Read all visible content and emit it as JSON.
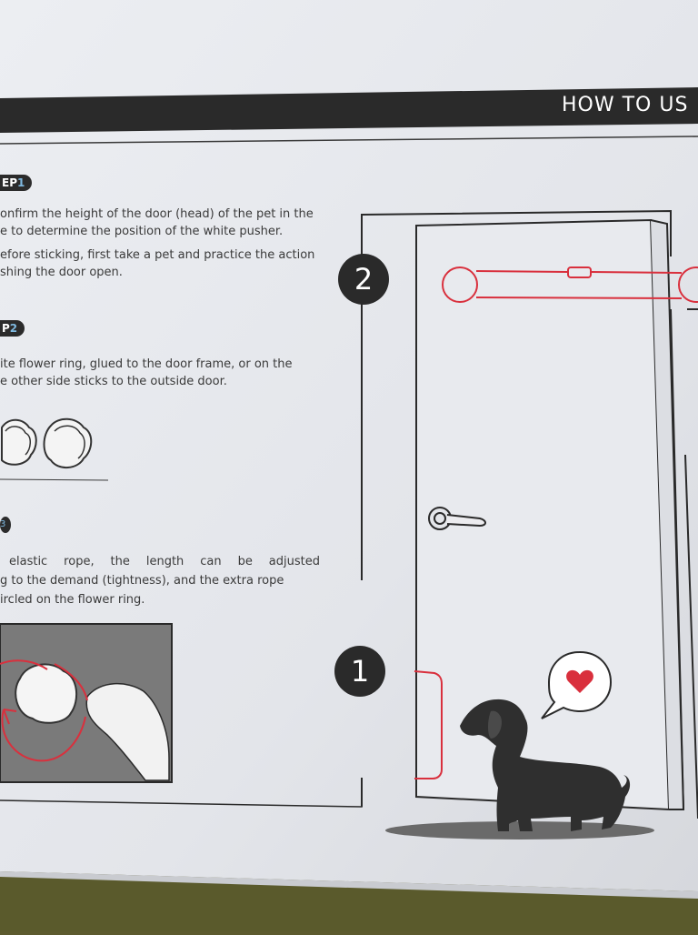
{
  "header": {
    "title": "HOW TO US"
  },
  "step1": {
    "badge_main": "EP",
    "badge_num": "1",
    "lines": [
      "onfirm the height of the door (head) of the pet in the",
      "e to determine the position of the white pusher.",
      "efore sticking, first take a pet and practice the action",
      "shing the door open."
    ]
  },
  "step2": {
    "badge_main": "P",
    "badge_num": "2",
    "lines": [
      "ite flower ring, glued to the door frame, or on the",
      "e other side sticks to the outside door."
    ]
  },
  "step3": {
    "badge_num": "3",
    "lines": [
      "elastic rope, the length can be adjusted",
      "g to the demand (tightness), and the extra rope",
      "ircled on the flower ring."
    ]
  },
  "diagram": {
    "marker_top": "2",
    "marker_bottom": "1"
  },
  "colors": {
    "paper": "#e6e8ec",
    "header_bar": "#2a2a2a",
    "accent_red": "#d9303d",
    "ink": "#3a3a3a",
    "badge_accent": "#7fb9e0",
    "table": "#5c5a2e"
  }
}
